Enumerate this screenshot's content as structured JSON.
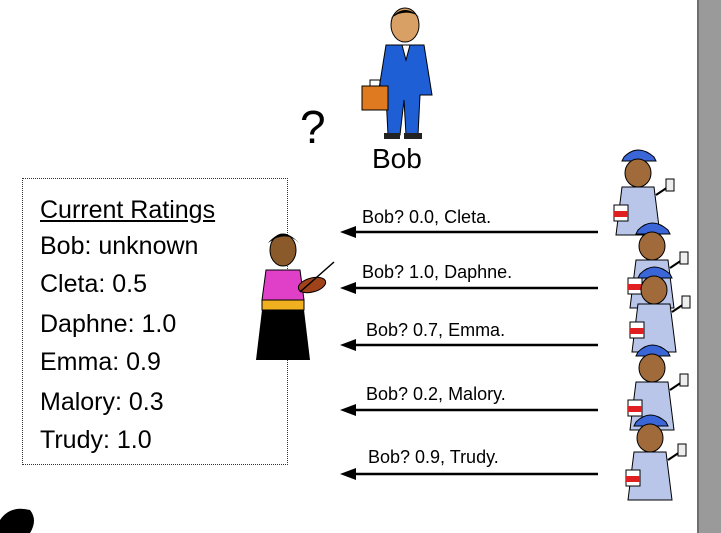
{
  "question_mark": "?",
  "bob_label": "Bob",
  "ratings": {
    "heading": "Current Ratings",
    "lines": [
      "Bob: unknown",
      "Cleta: 0.5",
      "Daphne: 1.0",
      "Emma: 0.9",
      "Malory: 0.3",
      "Trudy: 1.0"
    ]
  },
  "messages": [
    "Bob? 0.0, Cleta.",
    "Bob? 1.0, Daphne.",
    "Bob? 0.7, Emma.",
    "Bob? 0.2, Malory.",
    "Bob? 0.9, Trudy."
  ],
  "icons": [
    "businessman-icon",
    "violinist-icon",
    "painter-icon"
  ],
  "colors": {
    "suit": "#1f5fd6",
    "violinist_top": "#e040c8",
    "painter_overalls": "#b9c6ea",
    "wall": "#9a9a9a",
    "briefcase": "#e07a20"
  }
}
